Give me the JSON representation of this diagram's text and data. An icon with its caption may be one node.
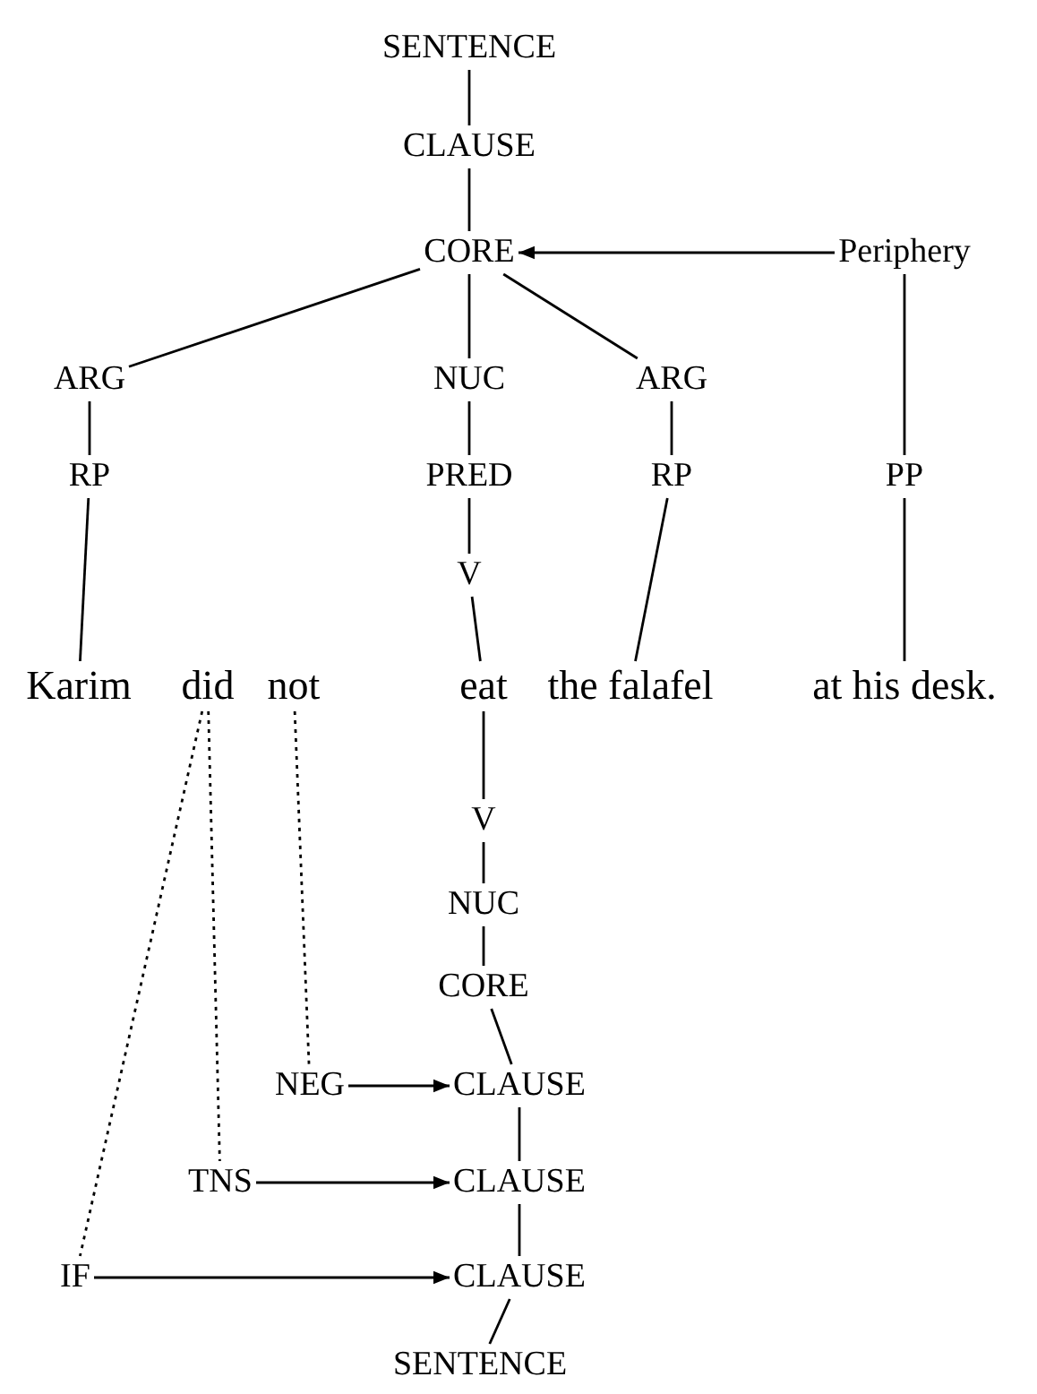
{
  "diagram": {
    "nodes": [
      {
        "text": [
          "SENTENCE"
        ]
      },
      {
        "text": [
          "CLAUSE"
        ]
      },
      {
        "text": [
          "CORE"
        ]
      },
      {
        "text": [
          "Periphery"
        ]
      },
      {
        "text": [
          "ARG"
        ]
      },
      {
        "text": [
          "NUC"
        ]
      },
      {
        "text": [
          "ARG"
        ]
      },
      {
        "text": [
          "RP"
        ]
      },
      {
        "text": [
          "PRED"
        ]
      },
      {
        "text": [
          "RP"
        ]
      },
      {
        "text": [
          "PP"
        ]
      },
      {
        "text": [
          "V"
        ]
      },
      {
        "text": [
          "Karim"
        ]
      },
      {
        "text": [
          "did"
        ]
      },
      {
        "text": [
          "not"
        ]
      },
      {
        "text": [
          "eat"
        ]
      },
      {
        "text": [
          "the falafel"
        ]
      },
      {
        "text": [
          "at his desk."
        ]
      },
      {
        "text": [
          "V"
        ]
      },
      {
        "text": [
          "NUC"
        ]
      },
      {
        "text": [
          "CORE"
        ]
      },
      {
        "text": [
          "NEG"
        ]
      },
      {
        "text": [
          "CLAUSE"
        ]
      },
      {
        "text": [
          "TNS"
        ]
      },
      {
        "text": [
          "CLAUSE"
        ]
      },
      {
        "text": [
          "IF"
        ]
      },
      {
        "text": [
          "CLAUSE"
        ]
      },
      {
        "text": [
          "SENTENCE"
        ]
      }
    ],
    "edges": [
      {
        "from": 0,
        "to": 1,
        "arrow": "none"
      },
      {
        "from": 1,
        "to": 2,
        "arrow": "none"
      },
      {
        "from": 3,
        "to": 2,
        "arrow": "to"
      },
      {
        "from": 2,
        "to": 4,
        "arrow": "none"
      },
      {
        "from": 2,
        "to": 5,
        "arrow": "none"
      },
      {
        "from": 2,
        "to": 6,
        "arrow": "none"
      },
      {
        "from": 4,
        "to": 7,
        "arrow": "none"
      },
      {
        "from": 5,
        "to": 8,
        "arrow": "none"
      },
      {
        "from": 6,
        "to": 9,
        "arrow": "none"
      },
      {
        "from": 3,
        "to": 10,
        "arrow": "none"
      },
      {
        "from": 7,
        "to": 12,
        "arrow": "none"
      },
      {
        "from": 8,
        "to": 11,
        "arrow": "none"
      },
      {
        "from": 11,
        "to": 15,
        "arrow": "none"
      },
      {
        "from": 9,
        "to": 16,
        "arrow": "none"
      },
      {
        "from": 10,
        "to": 17,
        "arrow": "none"
      },
      {
        "from": 15,
        "to": 18,
        "arrow": "none"
      },
      {
        "from": 18,
        "to": 19,
        "arrow": "none"
      },
      {
        "from": 19,
        "to": 20,
        "arrow": "none"
      },
      {
        "from": 20,
        "to": 22,
        "arrow": "none"
      },
      {
        "from": 22,
        "to": 24,
        "arrow": "none"
      },
      {
        "from": 24,
        "to": 26,
        "arrow": "none"
      },
      {
        "from": 26,
        "to": 27,
        "arrow": "none"
      },
      {
        "from": 13,
        "to": 25,
        "arrow": "none",
        "style": "dashed"
      },
      {
        "from": 13,
        "to": 23,
        "arrow": "none",
        "style": "dashed"
      },
      {
        "from": 14,
        "to": 21,
        "arrow": "none",
        "style": "dashed"
      },
      {
        "from": 21,
        "to": 22,
        "arrow": "to"
      },
      {
        "from": 23,
        "to": 24,
        "arrow": "to"
      },
      {
        "from": 25,
        "to": 26,
        "arrow": "to"
      }
    ]
  }
}
